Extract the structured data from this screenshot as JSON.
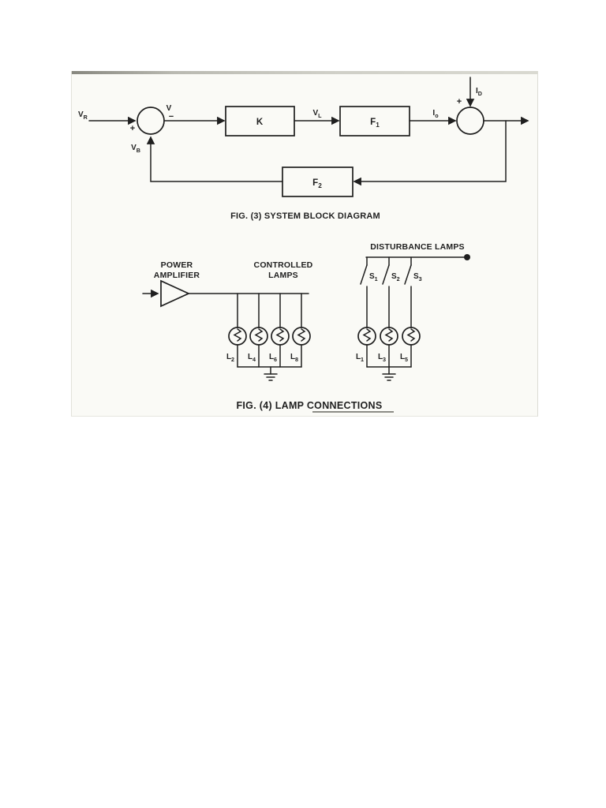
{
  "colors": {
    "ink": "#1f1f1f",
    "paper": "#fafaf6",
    "page_background": "#ffffff"
  },
  "fig3": {
    "caption": "FIG. (3) SYSTEM BLOCK DIAGRAM",
    "labels": {
      "input": "V_R",
      "error": "V",
      "sum1_plus": "+",
      "sum1_minus": "−",
      "block_k": "K",
      "k_output": "V_L",
      "block_f1": "F_1",
      "f1_output": "I_o",
      "sum2_plus": "+",
      "disturbance_input": "I_D",
      "block_f2": "F_2",
      "feedback": "V_B"
    }
  },
  "fig4": {
    "caption": "FIG. (4) LAMP CONNECTIONS",
    "power_amplifier": {
      "line1": "POWER",
      "line2": "AMPLIFIER"
    },
    "controlled": {
      "line1": "CONTROLLED",
      "line2": "LAMPS",
      "lamps": [
        "L_2",
        "L_4",
        "L_6",
        "L_8"
      ]
    },
    "disturbance": {
      "title": "DISTURBANCE LAMPS",
      "switches": [
        "S_1",
        "S_2",
        "S_3"
      ],
      "lamps": [
        "L_1",
        "L_3",
        "L_5"
      ]
    }
  }
}
